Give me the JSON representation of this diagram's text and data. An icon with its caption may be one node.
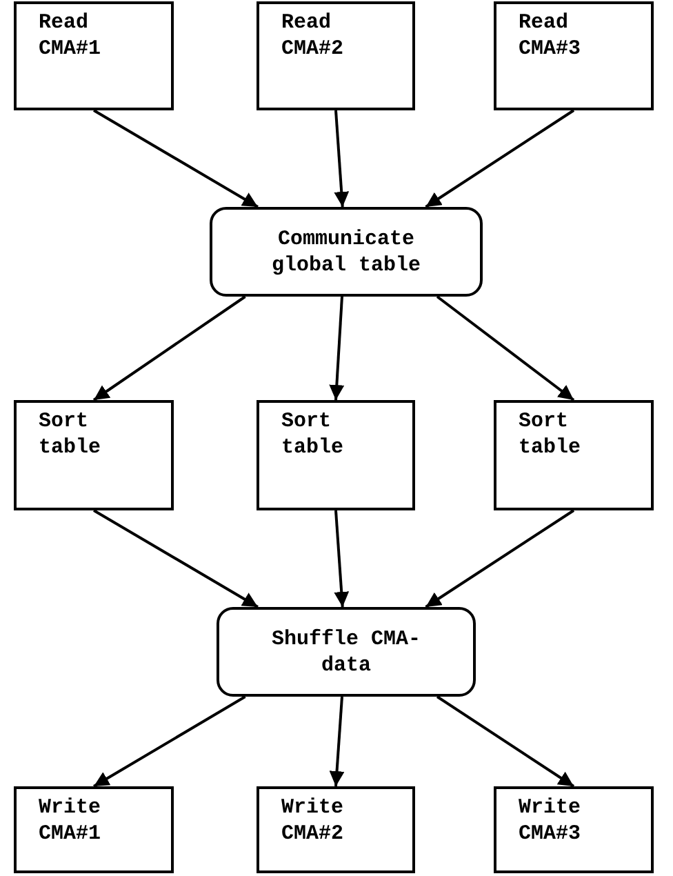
{
  "diagram": {
    "nodes": [
      {
        "text": [
          "Read CMA#1"
        ]
      },
      {
        "text": [
          "Read CMA#2"
        ]
      },
      {
        "text": [
          "Read CMA#3"
        ]
      },
      {
        "text": [
          "Communicate global table"
        ]
      },
      {
        "text": [
          "Sort table"
        ]
      },
      {
        "text": [
          "Sort table"
        ]
      },
      {
        "text": [
          "Sort table"
        ]
      },
      {
        "text": [
          "Shuffle CMA-data"
        ]
      },
      {
        "text": [
          "Write CMA#1"
        ]
      },
      {
        "text": [
          "Write CMA#2"
        ]
      },
      {
        "text": [
          "Write CMA#3"
        ]
      }
    ],
    "edges": [
      {
        "from": 0,
        "to": 3,
        "arrow": "to"
      },
      {
        "from": 1,
        "to": 3,
        "arrow": "to"
      },
      {
        "from": 2,
        "to": 3,
        "arrow": "to"
      },
      {
        "from": 3,
        "to": 4,
        "arrow": "to"
      },
      {
        "from": 3,
        "to": 5,
        "arrow": "to"
      },
      {
        "from": 3,
        "to": 6,
        "arrow": "to"
      },
      {
        "from": 4,
        "to": 7,
        "arrow": "to"
      },
      {
        "from": 5,
        "to": 7,
        "arrow": "to"
      },
      {
        "from": 6,
        "to": 7,
        "arrow": "to"
      },
      {
        "from": 7,
        "to": 8,
        "arrow": "to"
      },
      {
        "from": 7,
        "to": 9,
        "arrow": "to"
      },
      {
        "from": 7,
        "to": 10,
        "arrow": "to"
      }
    ]
  }
}
